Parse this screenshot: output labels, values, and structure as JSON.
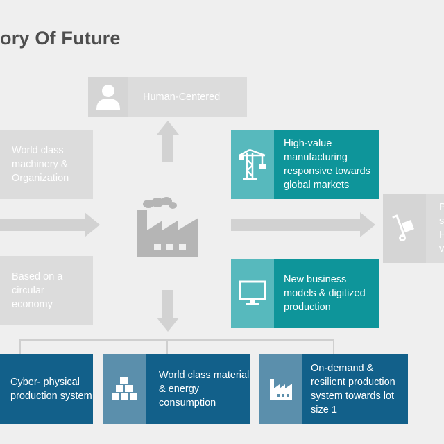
{
  "title": "ory Of Future",
  "human_centered": {
    "label": "Human-Centered",
    "icon": "person-icon"
  },
  "left_top": {
    "label": "World class machinery & Organization"
  },
  "left_bottom": {
    "label": "Based on a circular economy"
  },
  "center": {
    "icon": "factory-icon"
  },
  "right_top": {
    "label": "High-value manufacturing responsive towards global markets",
    "icon": "crane-icon"
  },
  "right_bottom": {
    "label": "New business models & digitized production",
    "icon": "monitor-icon"
  },
  "far_right": {
    "label_fragment": "P s H v",
    "icon": "hand-truck-icon"
  },
  "bottom": [
    {
      "label": "Cyber- physical production system"
    },
    {
      "label": "World class material & energy consumption",
      "icon": "boxes-icon"
    },
    {
      "label": "On-demand & resilient production system towards lot size 1",
      "icon": "factory-small-icon"
    }
  ],
  "colors": {
    "teal_light": "#57b9bd",
    "teal_dark": "#0e959a",
    "navy_light": "#5b8fac",
    "navy_dark": "#12608a",
    "gray": "#dcdcdc"
  }
}
